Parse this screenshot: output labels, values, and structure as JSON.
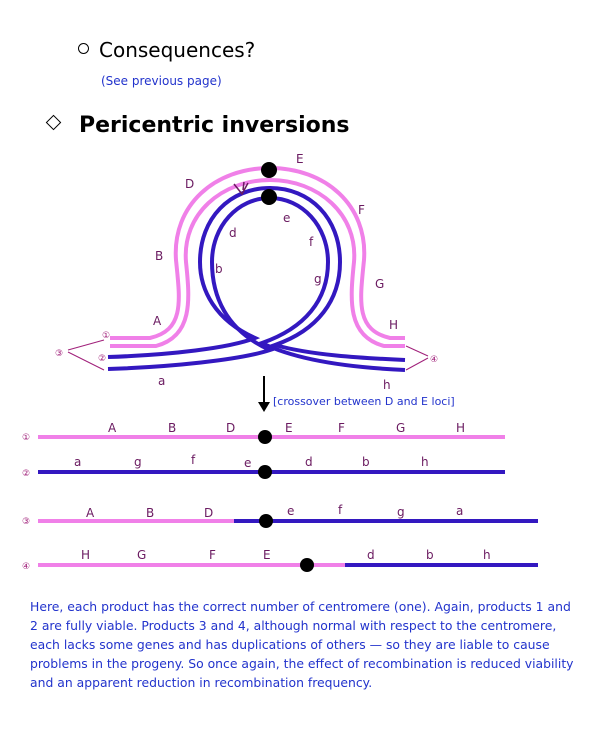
{
  "header": {
    "consequences": "Consequences?",
    "see_previous": "(See previous page)",
    "pericentric": "Pericentric inversions"
  },
  "loop_labels": {
    "pink": [
      "D",
      "E",
      "F",
      "B",
      "G",
      "A",
      "H"
    ],
    "blue": [
      "e",
      "d",
      "f",
      "b",
      "g",
      "a",
      "h"
    ]
  },
  "strand_numbers": [
    "①",
    "②",
    "③",
    "④"
  ],
  "crossover_note": "[crossover between D and E loci]",
  "products": [
    {
      "number": "①",
      "labels": [
        "A",
        "B",
        "D",
        "E",
        "F",
        "G",
        "H"
      ]
    },
    {
      "number": "②",
      "labels": [
        "a",
        "g",
        "f",
        "e",
        "d",
        "b",
        "h"
      ]
    },
    {
      "number": "③",
      "labels": [
        "A",
        "B",
        "D",
        "e",
        "f",
        "g",
        "a"
      ]
    },
    {
      "number": "④",
      "labels": [
        "H",
        "G",
        "F",
        "E",
        "d",
        "b",
        "h"
      ]
    }
  ],
  "paragraph": "Here, each product has the correct number of centromere (one).  Again, products 1 and 2 are fully viable. Products 3 and 4, although normal with respect to the centromere, each lacks some genes and has duplications of others — so they are liable to cause problems in the progeny.  So once again, the effect of recombination is reduced viability and an apparent reduction in recombination frequency.",
  "colors": {
    "pink": "#f080e8",
    "blue": "#3318c0",
    "label": "#6a1a60",
    "note": "#2233cc"
  }
}
